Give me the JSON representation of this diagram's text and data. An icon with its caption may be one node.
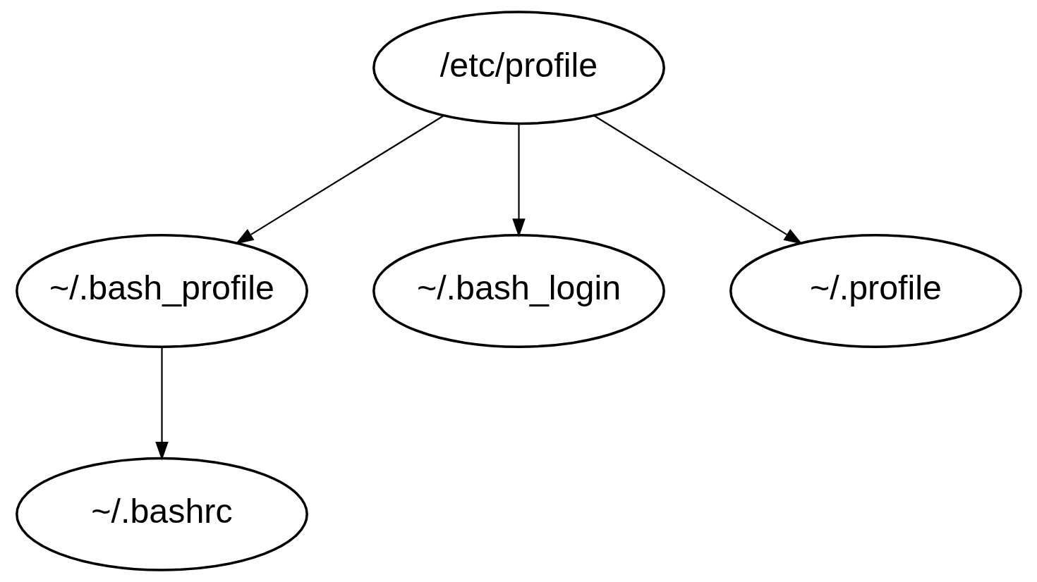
{
  "diagram": {
    "nodes": [
      {
        "text": [
          "/etc/profile"
        ]
      },
      {
        "text": [
          "~/.bash_profile"
        ]
      },
      {
        "text": [
          "~/.bash_login"
        ]
      },
      {
        "text": [
          "~/.profile"
        ]
      },
      {
        "text": [
          "~/.bashrc"
        ]
      }
    ],
    "edges": [
      {
        "from": 0,
        "to": 1,
        "arrow": "to"
      },
      {
        "from": 0,
        "to": 2,
        "arrow": "to"
      },
      {
        "from": 0,
        "to": 3,
        "arrow": "to"
      },
      {
        "from": 1,
        "to": 4,
        "arrow": "to"
      }
    ]
  }
}
